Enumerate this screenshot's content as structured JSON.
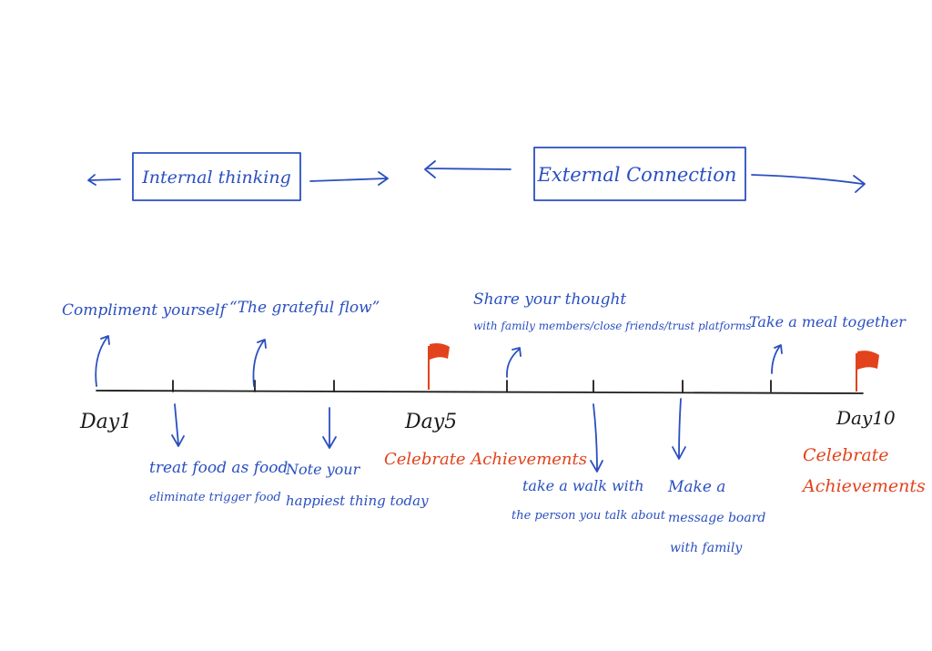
{
  "header": {
    "internal_label": "Internal thinking",
    "external_label": "External Connection"
  },
  "timeline": {
    "start_label": "Day1",
    "mid_label": "Day5",
    "end_label": "Day10",
    "mid_celebration": "Celebrate Achievements",
    "end_celebration_line1": "Celebrate",
    "end_celebration_line2": "Achievements"
  },
  "above": {
    "compliment": "Compliment yourself",
    "grateful": "“The grateful flow”",
    "share_line1": "Share your thought",
    "share_line2": "with family members/close friends/trust platforms",
    "meal": "Take a meal together"
  },
  "below": {
    "food_line1": "treat food as food",
    "food_line2": "eliminate trigger food",
    "note_line1": "Note your",
    "note_line2": "happiest thing today",
    "walk_line1": "take a walk with",
    "walk_line2": "the person you talk about",
    "board_line1": "Make a",
    "board_line2": "message board",
    "board_line3": "with family"
  },
  "colors": {
    "ink_blue": "#2a4fc0",
    "ink_red": "#e2431d",
    "ink_black": "#1a1a1a"
  },
  "icons": {
    "milestone": "flag-icon",
    "direction": "arrow-icon"
  }
}
